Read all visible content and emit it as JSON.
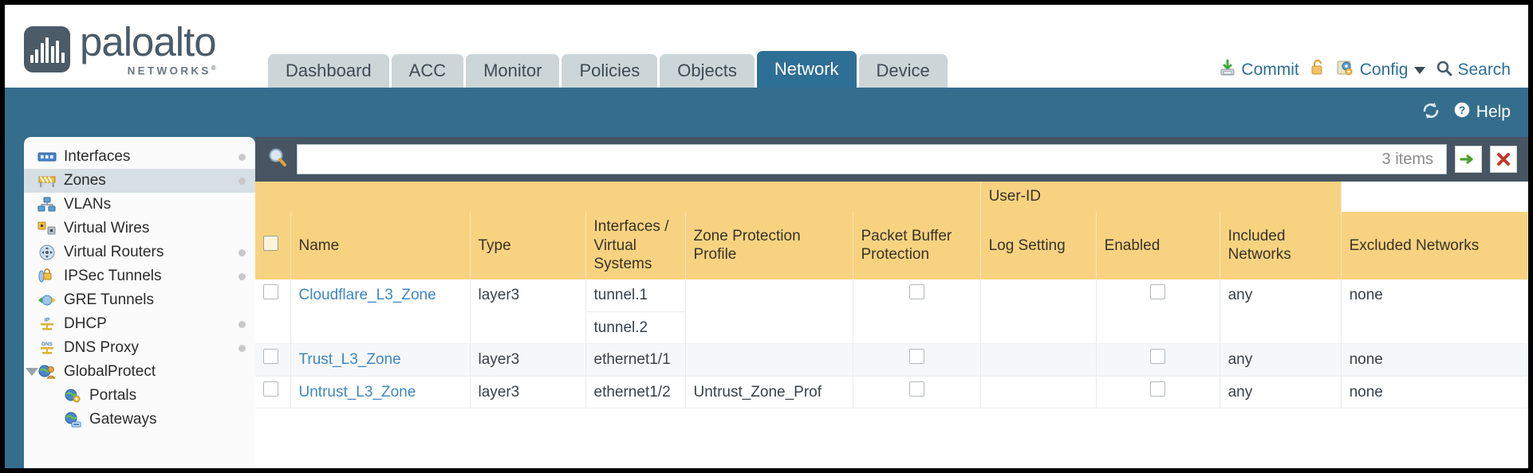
{
  "brand": {
    "name": "paloalto",
    "tagline": "NETWORKS",
    "registered": "®"
  },
  "nav": {
    "tabs": [
      {
        "label": "Dashboard",
        "active": false
      },
      {
        "label": "ACC",
        "active": false
      },
      {
        "label": "Monitor",
        "active": false
      },
      {
        "label": "Policies",
        "active": false
      },
      {
        "label": "Objects",
        "active": false
      },
      {
        "label": "Network",
        "active": true
      },
      {
        "label": "Device",
        "active": false
      }
    ]
  },
  "header_actions": {
    "commit": "Commit",
    "lock_icon": "unlock-icon",
    "config": "Config",
    "search": "Search"
  },
  "band": {
    "refresh_icon": "refresh-icon",
    "help": "Help"
  },
  "sidebar": {
    "items": [
      {
        "label": "Interfaces",
        "icon": "interfaces-icon",
        "selected": false,
        "dot": true,
        "child": false,
        "expander": false
      },
      {
        "label": "Zones",
        "icon": "zones-icon",
        "selected": true,
        "dot": true,
        "child": false,
        "expander": false
      },
      {
        "label": "VLANs",
        "icon": "vlans-icon",
        "selected": false,
        "dot": false,
        "child": false,
        "expander": false
      },
      {
        "label": "Virtual Wires",
        "icon": "virtual-wires-icon",
        "selected": false,
        "dot": false,
        "child": false,
        "expander": false
      },
      {
        "label": "Virtual Routers",
        "icon": "virtual-routers-icon",
        "selected": false,
        "dot": true,
        "child": false,
        "expander": false
      },
      {
        "label": "IPSec Tunnels",
        "icon": "ipsec-tunnels-icon",
        "selected": false,
        "dot": true,
        "child": false,
        "expander": false
      },
      {
        "label": "GRE Tunnels",
        "icon": "gre-tunnels-icon",
        "selected": false,
        "dot": false,
        "child": false,
        "expander": false
      },
      {
        "label": "DHCP",
        "icon": "dhcp-icon",
        "selected": false,
        "dot": true,
        "child": false,
        "expander": false
      },
      {
        "label": "DNS Proxy",
        "icon": "dns-proxy-icon",
        "selected": false,
        "dot": true,
        "child": false,
        "expander": false
      },
      {
        "label": "GlobalProtect",
        "icon": "globalprotect-icon",
        "selected": false,
        "dot": false,
        "child": false,
        "expander": true
      },
      {
        "label": "Portals",
        "icon": "portals-icon",
        "selected": false,
        "dot": false,
        "child": true,
        "expander": false
      },
      {
        "label": "Gateways",
        "icon": "gateways-icon",
        "selected": false,
        "dot": false,
        "child": true,
        "expander": false
      }
    ]
  },
  "filter": {
    "value": "",
    "placeholder": "",
    "items_count": "3 items",
    "apply_icon": "green-arrow-icon",
    "clear_icon": "red-x-icon",
    "search_icon": "magnifier-icon"
  },
  "table": {
    "group_header": "User-ID",
    "columns": [
      "Name",
      "Type",
      "Interfaces / Virtual Systems",
      "Zone Protection Profile",
      "Packet Buffer Protection",
      "Log Setting",
      "Enabled",
      "Included Networks",
      "Excluded Networks"
    ],
    "rows": [
      {
        "name": "Cloudflare_L3_Zone",
        "type": "layer3",
        "interfaces": [
          "tunnel.1",
          "tunnel.2"
        ],
        "zone_protection_profile": "",
        "packet_buffer_protection": false,
        "log_setting": "",
        "userid_enabled": false,
        "included_networks": "any",
        "excluded_networks": "none"
      },
      {
        "name": "Trust_L3_Zone",
        "type": "layer3",
        "interfaces": [
          "ethernet1/1"
        ],
        "zone_protection_profile": "",
        "packet_buffer_protection": false,
        "log_setting": "",
        "userid_enabled": false,
        "included_networks": "any",
        "excluded_networks": "none"
      },
      {
        "name": "Untrust_L3_Zone",
        "type": "layer3",
        "interfaces": [
          "ethernet1/2"
        ],
        "zone_protection_profile": "Untrust_Zone_Prof",
        "packet_buffer_protection": false,
        "log_setting": "",
        "userid_enabled": false,
        "included_networks": "any",
        "excluded_networks": "none"
      }
    ]
  },
  "colors": {
    "brand_slate": "#4b5b68",
    "band_blue": "#356d8d",
    "active_tab": "#2e6f96",
    "header_gold": "#f7d381",
    "group_gold": "#ddab3d",
    "link_blue": "#3f87c4"
  }
}
